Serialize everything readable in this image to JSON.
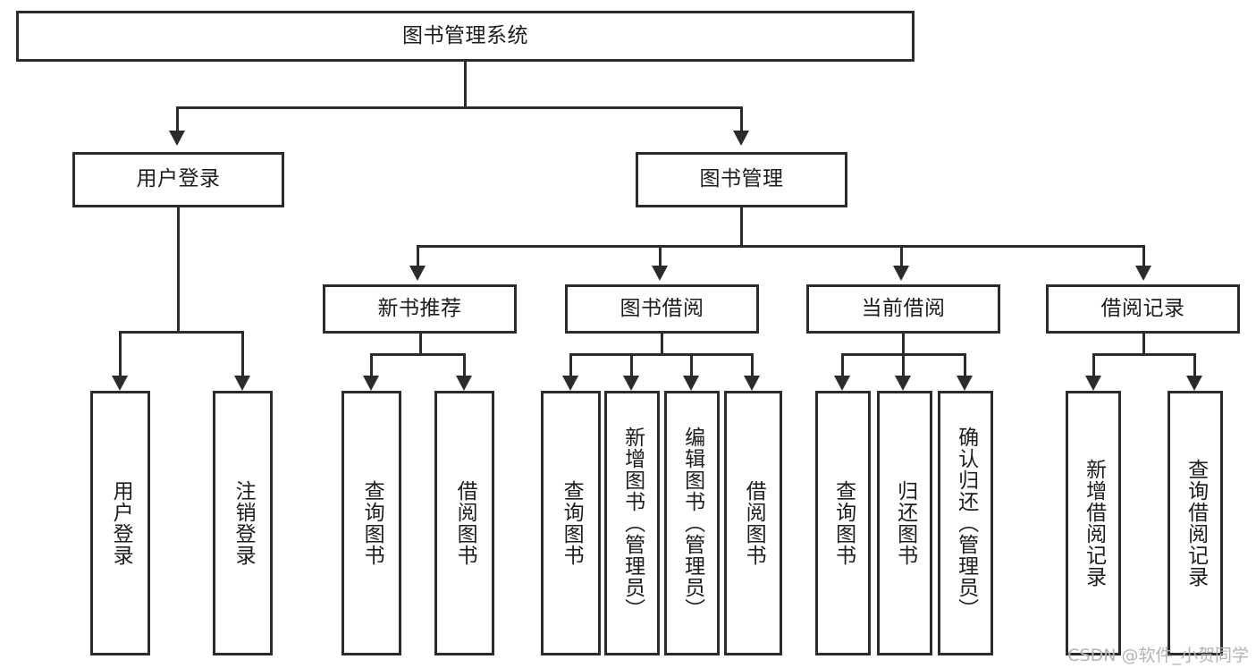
{
  "diagram": {
    "type": "tree",
    "title": "图书管理系统",
    "watermark": "CSDN @软件_小贺同学",
    "colors": {
      "box_border": "#2b2b2b",
      "box_fill": "#ffffff",
      "connector": "#2b2b2b",
      "text": "#1d1d1d",
      "watermark": "#b4b4b4",
      "background": "#ffffff"
    },
    "root": {
      "label": "图书管理系统"
    },
    "level1": [
      {
        "label": "用户登录"
      },
      {
        "label": "图书管理"
      }
    ],
    "level2": [
      {
        "label": "新书推荐"
      },
      {
        "label": "图书借阅"
      },
      {
        "label": "当前借阅"
      },
      {
        "label": "借阅记录"
      }
    ],
    "leaves": {
      "user_login": [
        {
          "label": "用户登录"
        },
        {
          "label": "注销登录"
        }
      ],
      "new_book_recommend": [
        {
          "label": "查询图书"
        },
        {
          "label": "借阅图书"
        }
      ],
      "book_borrow": [
        {
          "label": "查询图书"
        },
        {
          "label": "新增图书（管理员）"
        },
        {
          "label": "编辑图书（管理员）"
        },
        {
          "label": "借阅图书"
        }
      ],
      "current_borrow": [
        {
          "label": "查询图书"
        },
        {
          "label": "归还图书"
        },
        {
          "label": "确认归还（管理员）"
        }
      ],
      "borrow_record": [
        {
          "label": "新增借阅记录"
        },
        {
          "label": "查询借阅记录"
        }
      ]
    }
  }
}
